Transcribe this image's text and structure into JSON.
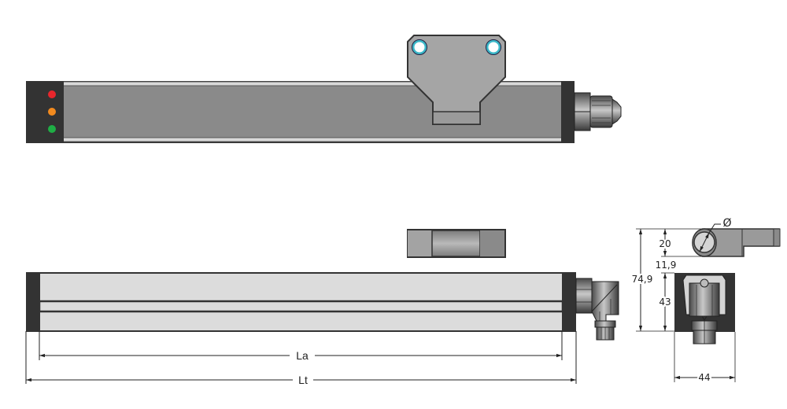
{
  "drawing": {
    "title": "Linear position sensor dimensional drawing",
    "leds": [
      {
        "name": "red",
        "color": "#e8262c"
      },
      {
        "name": "orange",
        "color": "#f28a1e"
      },
      {
        "name": "green",
        "color": "#1fae45"
      }
    ],
    "colors": {
      "housing_dark": "#333333",
      "profile_gray": "#8a8a8a",
      "profile_light": "#dcdcdc",
      "carrier_gray": "#a5a5a5",
      "screw_ring": "#3bb8c8",
      "dim_line": "#222222"
    },
    "dimensions": {
      "active_length_label": "La",
      "total_length_label": "Lt",
      "height_total": "74,9",
      "height_positioner": "20",
      "gap": "11,9",
      "height_housing": "43",
      "width_housing": "44",
      "diameter_symbol": "Ø"
    }
  }
}
